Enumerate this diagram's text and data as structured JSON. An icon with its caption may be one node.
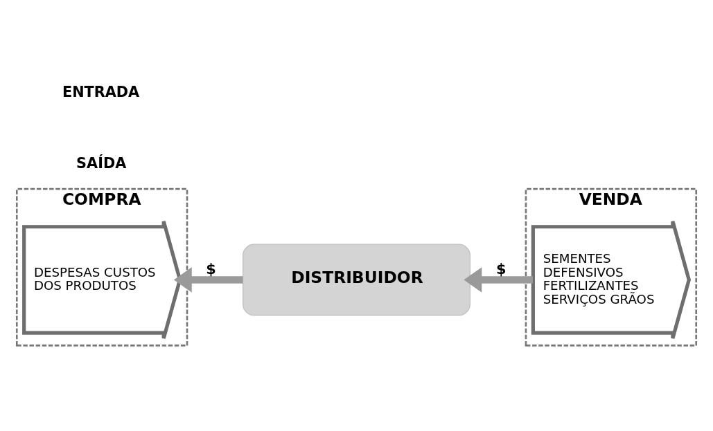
{
  "diagram": {
    "nodes": [
      {
        "text": [
          "COMPRA"
        ]
      },
      {
        "text": [
          "VENDA"
        ]
      },
      {
        "text": [
          "DESPESAS CUSTOS DOS PRODUTOS"
        ],
        "in": 0
      },
      {
        "text": [
          "DISTRIBUIDOR"
        ]
      },
      {
        "text": [
          "SEMENTES DEFENSIVOS FERTILIZANTES SERVIÇOS GRÃOS"
        ],
        "in": 1
      }
    ],
    "edges": [
      {
        "from": 3,
        "to": 2,
        "arrow": "to",
        "label": "$"
      },
      {
        "from": 4,
        "to": 3,
        "arrow": "to",
        "label": "$"
      }
    ],
    "labels": [
      "SAÍDA",
      "ENTRADA"
    ]
  }
}
